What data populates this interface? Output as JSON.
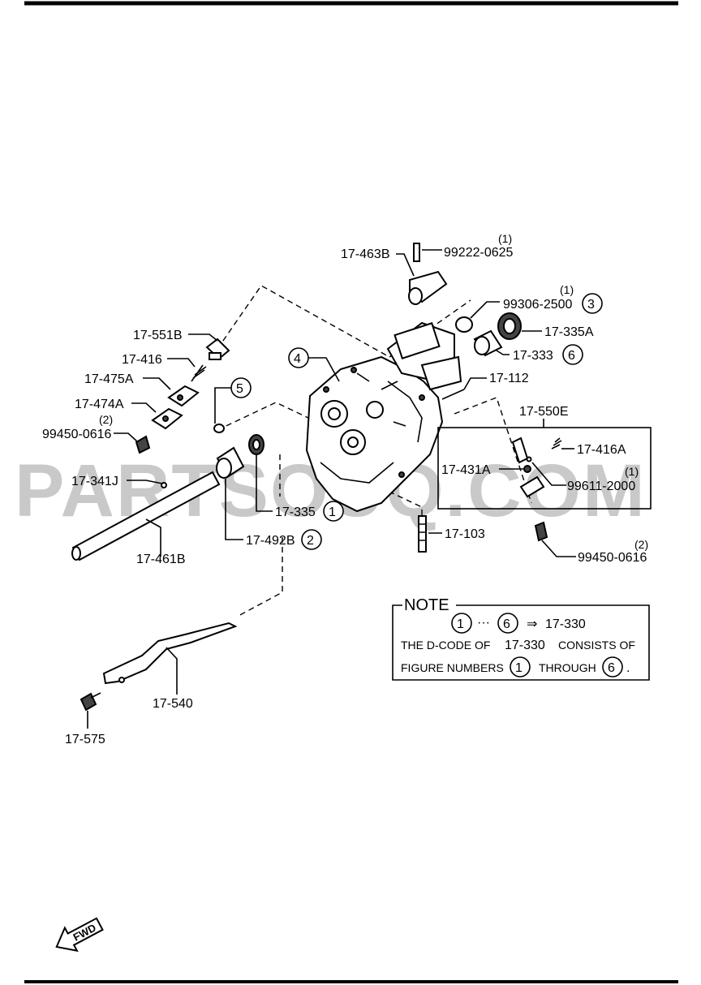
{
  "watermark": "PARTSOUQ.COM",
  "parts": {
    "p17_463B": "17-463B",
    "p99222": "99222-0625",
    "p99222_qty": "(1)",
    "p99306": "99306-2500",
    "p99306_qty": "(1)",
    "p99306_fig": "3",
    "p17_335A": "17-335A",
    "p17_333": "17-333",
    "p17_333_fig": "6",
    "p17_112": "17-112",
    "p17_551B": "17-551B",
    "p17_416": "17-416",
    "p17_475A": "17-475A",
    "p17_474A": "17-474A",
    "p99450a": "99450-0616",
    "p99450a_qty": "(2)",
    "fig4": "4",
    "fig5": "5",
    "p17_341J": "17-341J",
    "p17_335": "17-335",
    "p17_335_fig": "1",
    "p17_461B": "17-461B",
    "p17_492B": "17-492B",
    "p17_492B_fig": "2",
    "p17_103": "17-103",
    "p17_550E": "17-550E",
    "p17_416A": "17-416A",
    "p17_431A": "17-431A",
    "p99611": "99611-2000",
    "p99611_qty": "(1)",
    "p99450b": "99450-0616",
    "p99450b_qty": "(2)",
    "p17_540": "17-540",
    "p17_575": "17-575"
  },
  "note": {
    "title": "NOTE",
    "range_start": "1",
    "range_sep": "···",
    "range_end": "6",
    "arrow": "⇒",
    "code": "17-330",
    "line2_a": "THE D-CODE OF",
    "line2_code": "17-330",
    "line2_b": "CONSISTS OF",
    "line3_a": "FIGURE NUMBERS",
    "line3_from": "1",
    "line3_mid": "THROUGH",
    "line3_to": "6",
    "line3_end": "."
  },
  "fwd_label": "FWD"
}
